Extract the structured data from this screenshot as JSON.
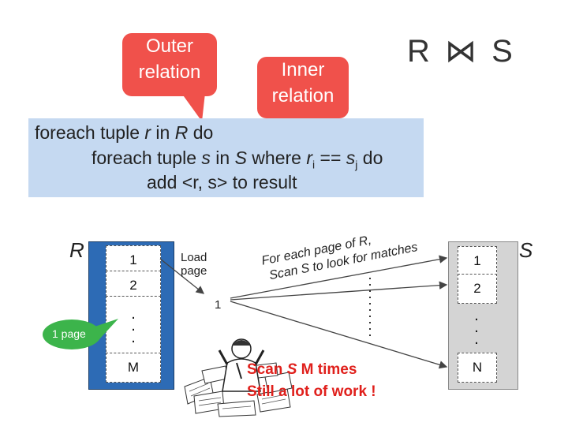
{
  "callouts": {
    "outer": [
      "Outer",
      "relation"
    ],
    "inner": [
      "Inner",
      "relation"
    ]
  },
  "join": {
    "left": "R",
    "op": "⋈",
    "right": "S"
  },
  "code": {
    "line1": {
      "a": "foreach tuple ",
      "b": "r",
      "c": " in ",
      "d": "R",
      "e": " do"
    },
    "line2": {
      "a": "foreach tuple ",
      "b": "s",
      "c": " in ",
      "d": "S",
      "e": " where ",
      "f": "r",
      "g": "i",
      "h": " == ",
      "i": "s",
      "j": "j",
      "k": " do"
    },
    "line3": "add <r, s> to result"
  },
  "relation_r": {
    "name": "R",
    "pages": [
      "1",
      "2",
      ".",
      ".",
      ".",
      "M"
    ]
  },
  "relation_s": {
    "name": "S",
    "pages": [
      "1",
      "2",
      ".",
      ".",
      ".",
      "N"
    ]
  },
  "buffer": {
    "load_label": [
      "Load",
      "page"
    ],
    "page_number": "1",
    "one_page_label": "1 page"
  },
  "annotation": {
    "line1": "For each page of R,",
    "line2": "Scan S to look for matches"
  },
  "summary": {
    "line1": {
      "a": "Scan ",
      "b": "S",
      "c": " M times"
    },
    "line2": "Still a lot of work !"
  },
  "colors": {
    "callout": "#f0514b",
    "code_box": "#c5d9f1",
    "relation_r": "#2d6bb5",
    "relation_s": "#d4d4d4",
    "summary_text": "#e0201c",
    "one_page_tag": "#3cb44b"
  },
  "icons": [
    "stressed-person-with-papers-icon"
  ]
}
